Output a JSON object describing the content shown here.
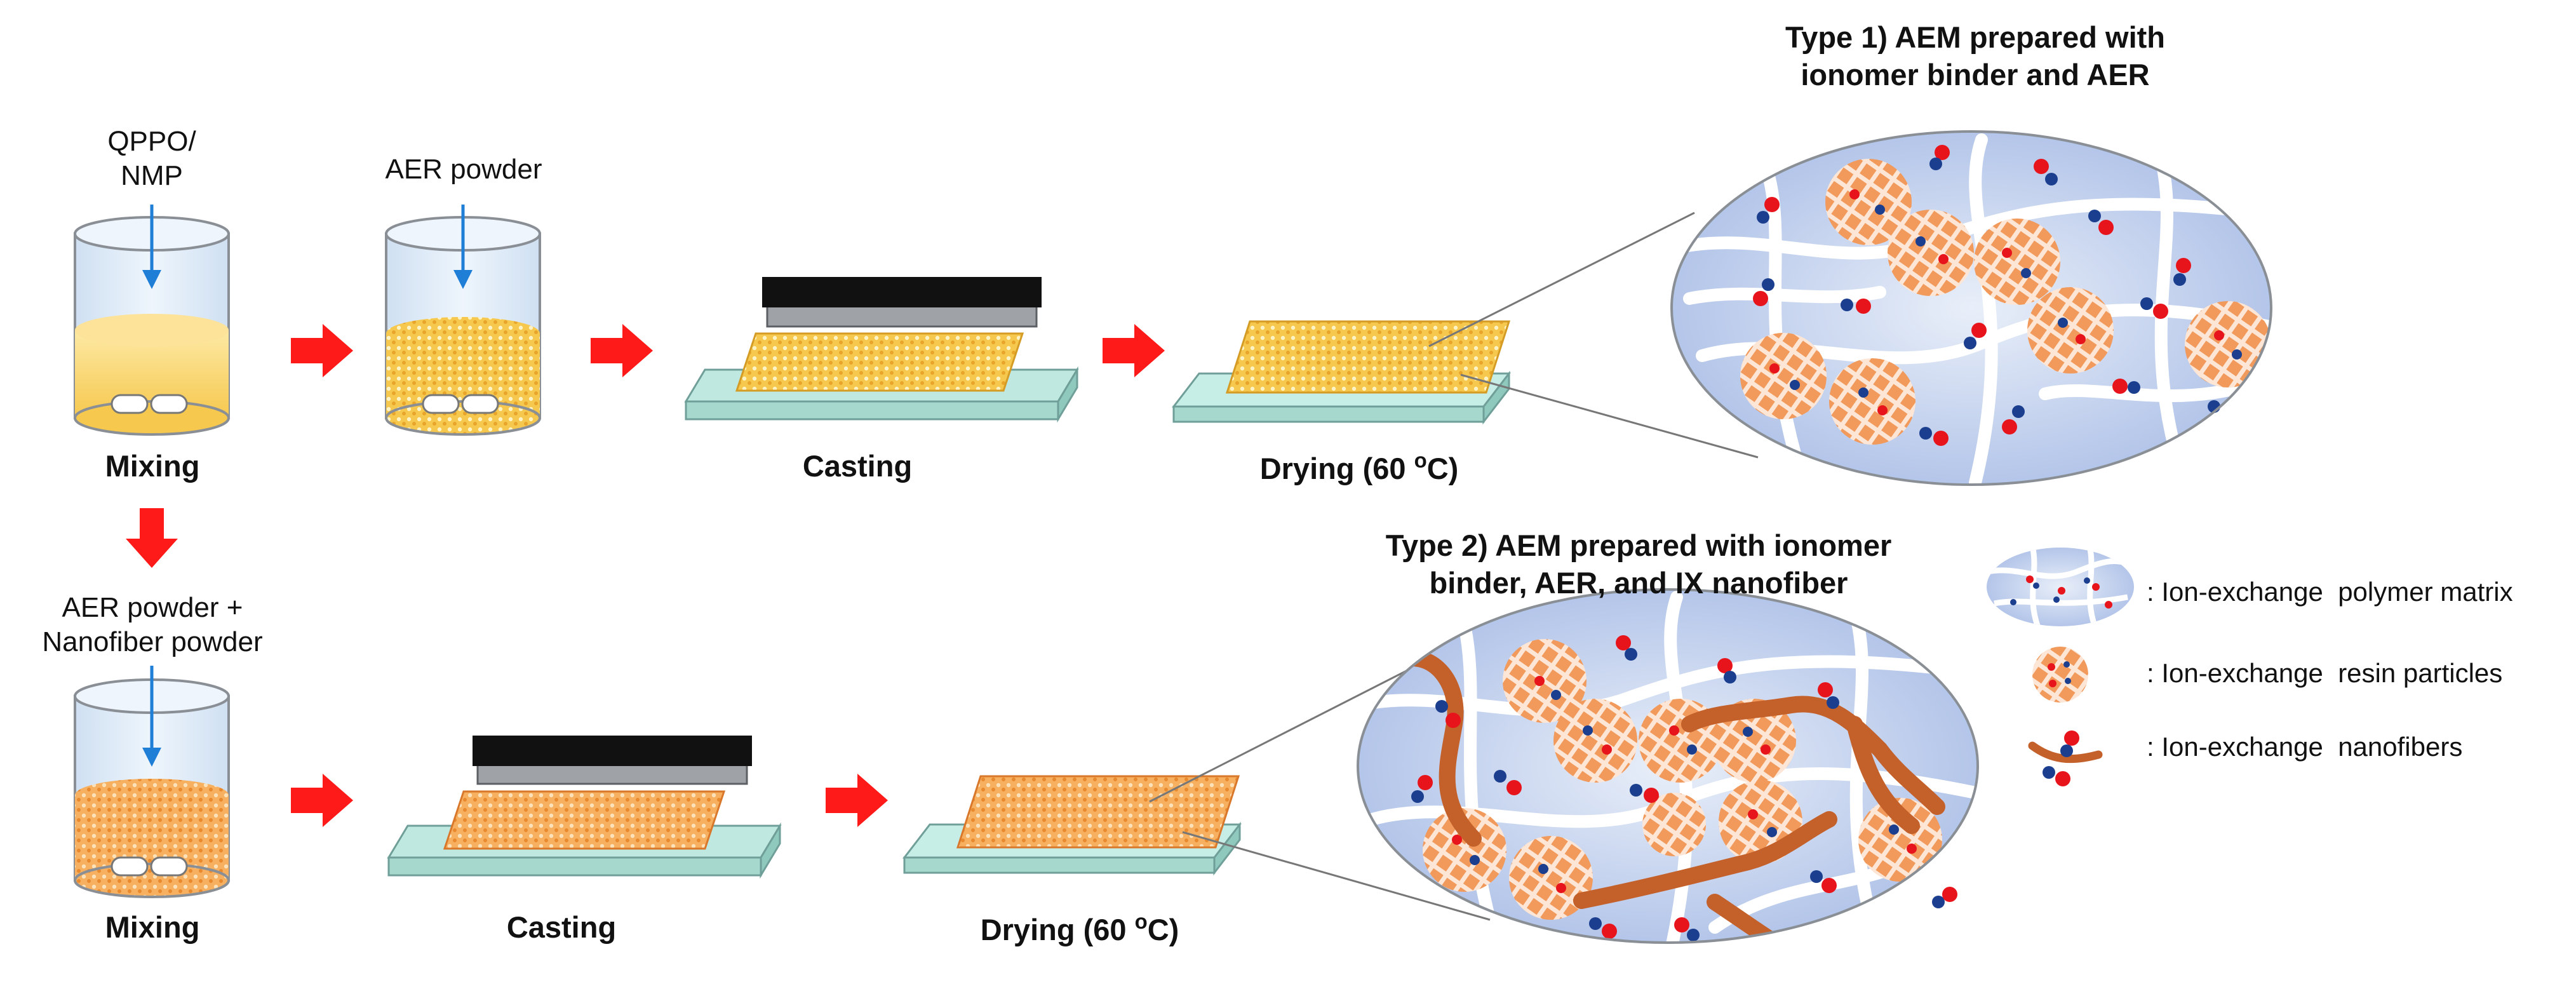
{
  "row1": {
    "steps": {
      "mixing": "Mixing",
      "casting": "Casting",
      "drying": "Drying (60 ",
      "drying_unit_sup": "o",
      "drying_unit": "C)"
    },
    "inputs": {
      "qppo_line1": "QPPO/",
      "qppo_line2": "NMP",
      "aer": "AER powder"
    },
    "title_line1": "Type 1) AEM prepared with",
    "title_line2": "ionomer binder and AER"
  },
  "row2": {
    "steps": {
      "mixing": "Mixing",
      "casting": "Casting",
      "drying": "Drying (60 ",
      "drying_unit_sup": "o",
      "drying_unit": "C)"
    },
    "inputs": {
      "line1": "AER powder +",
      "line2": "Nanofiber powder"
    },
    "title_line1": "Type 2) AEM prepared with ionomer",
    "title_line2": "binder, AER, and IX nanofiber"
  },
  "legend": {
    "matrix": ": Ion-exchange  polymer matrix",
    "resin": ": Ion-exchange  resin particles",
    "nanofiber": ": Ion-exchange  nanofibers"
  },
  "colors": {
    "arrow_red": "#ff1a1a",
    "arrow_blue": "#1f7fd6",
    "solution_yellow": "#f7d36c",
    "film_orange": "#f0a63c",
    "substrate_green": "#c6eee6",
    "resin_orange": "#f19a5c",
    "nanofiber_brown": "#c4602a",
    "matrix_blue": "#c5d3ef",
    "ion_red": "#e8141c",
    "ion_blue": "#1b3f8e"
  }
}
